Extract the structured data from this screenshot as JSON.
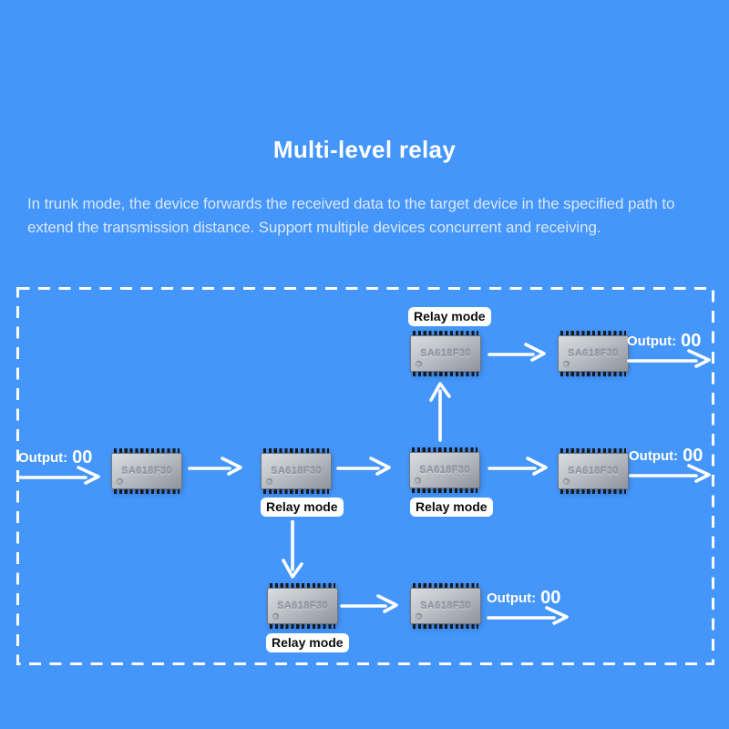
{
  "colors": {
    "background": "#4496fa",
    "title-text": "#ffffff",
    "description-text": "#d9e7fc",
    "diagram-stroke": "#ffffff",
    "pill-bg": "#ffffff",
    "pill-text": "#0d0d0d",
    "chip-body-light": "#d8dbdf",
    "chip-body-dark": "#8e939c",
    "chip-pin": "#16181d"
  },
  "header": {
    "title": "Multi-level relay",
    "description": "In trunk mode, the device forwards the received data to the target device in the specified path to extend the transmission distance. Support multiple devices concurrent and receiving."
  },
  "diagram": {
    "chip_label": "SA618F30",
    "relay_mode_label": "Relay mode",
    "output_label": "Output:",
    "output_value": "00"
  }
}
